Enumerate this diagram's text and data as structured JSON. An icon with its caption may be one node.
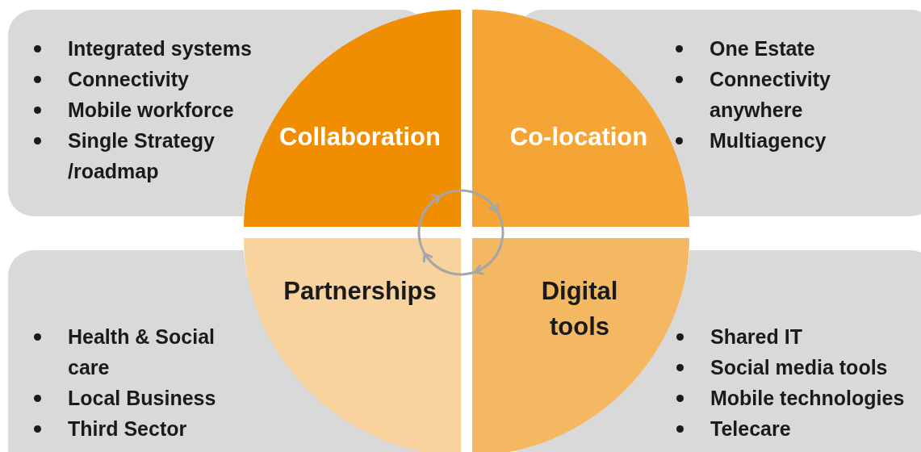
{
  "diagram": {
    "nodes": [
      {
        "text": [
          "Integrated systems",
          "Connectivity",
          "Mobile workforce",
          "Single Strategy /roadmap"
        ]
      },
      {
        "text": [
          "Collaboration"
        ]
      },
      {
        "text": [
          "Co-location"
        ]
      },
      {
        "text": [
          "One Estate",
          "Connectivity anywhere",
          "Multiagency"
        ]
      },
      {
        "text": [
          "Health & Social care",
          "Local Business",
          "Third Sector"
        ]
      },
      {
        "text": [
          "Partnerships"
        ]
      },
      {
        "text": [
          "Digital tools"
        ]
      },
      {
        "text": [
          "Shared IT",
          "Social media tools",
          "Mobile technologies",
          "Telecare"
        ]
      }
    ],
    "edges": []
  }
}
